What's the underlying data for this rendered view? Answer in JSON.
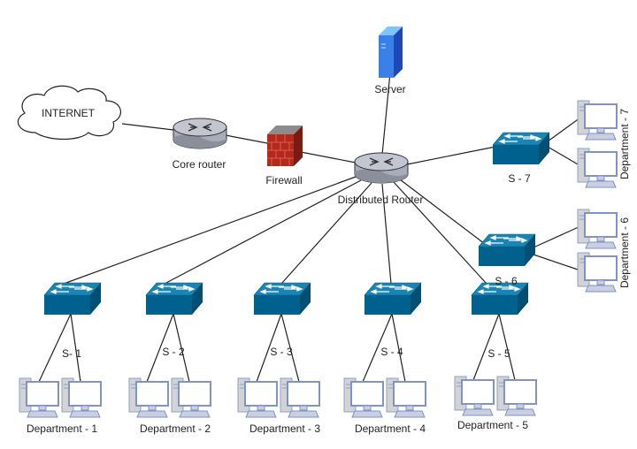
{
  "nodes": {
    "internet": "INTERNET",
    "core_router": "Core router",
    "firewall": "Firewall",
    "server": "Server",
    "distributed_router": "Distributed Router"
  },
  "switches": [
    "S- 1",
    "S - 2",
    "S - 3",
    "S - 4",
    "S - 5",
    "S - 6",
    "S - 7"
  ],
  "departments": [
    "Department - 1",
    "Department - 2",
    "Department - 3",
    "Department - 4",
    "Department - 5",
    "Department - 6",
    "Department - 7"
  ],
  "colors": {
    "switch_top": "#1180ae",
    "switch_front": "#005e8a",
    "router_body": "#b4b8c5",
    "computer_outline": "#7f93c6",
    "server": "#2f6fdc"
  }
}
